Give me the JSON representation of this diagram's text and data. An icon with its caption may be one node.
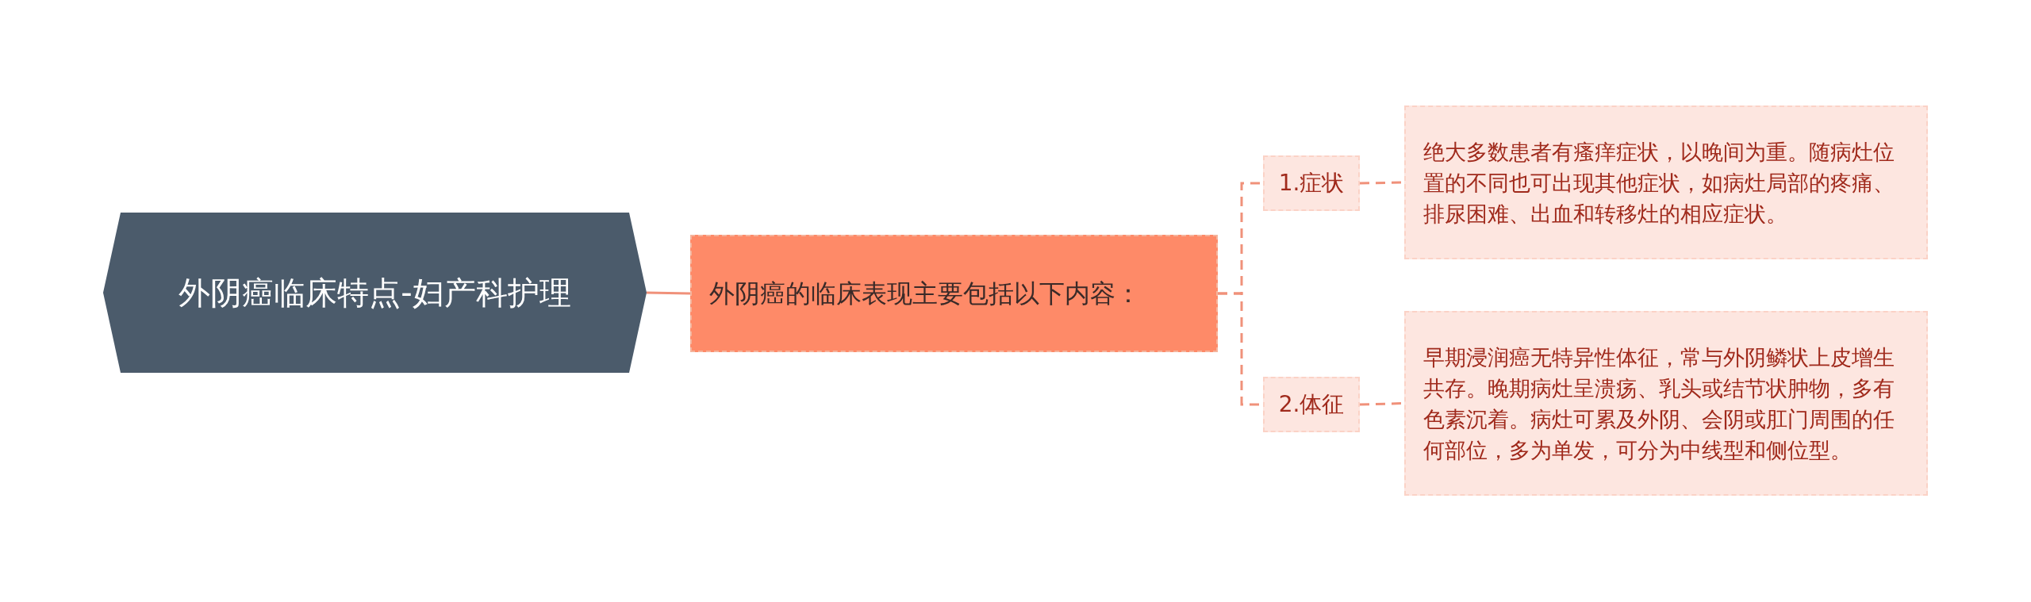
{
  "diagram": {
    "nodes": [
      {
        "text": [
          "外阴癌临床特点-妇产科护理"
        ]
      },
      {
        "text": [
          "外阴癌的临床表现主要包括以下内容："
        ]
      },
      {
        "text": [
          "1.症状"
        ]
      },
      {
        "text": [
          "绝大多数患者有瘙痒症状，以晚间为重。随病灶位置的不同也可出现其他症状，如病灶局部的疼痛、排尿困难、出血和转移灶的相应症状。"
        ]
      },
      {
        "text": [
          "2.体征"
        ]
      },
      {
        "text": [
          "早期浸润癌无特异性体征，常与外阴鳞状上皮增生共存。晚期病灶呈溃疡、乳头或结节状肿物，多有色素沉着。病灶可累及外阴、会阴或肛门周围的任何部位，多为单发，可分为中线型和侧位型。"
        ]
      }
    ],
    "edges": [
      {
        "from": 0,
        "to": 1,
        "arrow": "none"
      },
      {
        "from": 1,
        "to": 2,
        "arrow": "none",
        "style": "dashed"
      },
      {
        "from": 1,
        "to": 4,
        "arrow": "none",
        "style": "dashed"
      },
      {
        "from": 2,
        "to": 3,
        "arrow": "none",
        "style": "dashed"
      },
      {
        "from": 4,
        "to": 5,
        "arrow": "none",
        "style": "dashed"
      }
    ]
  }
}
